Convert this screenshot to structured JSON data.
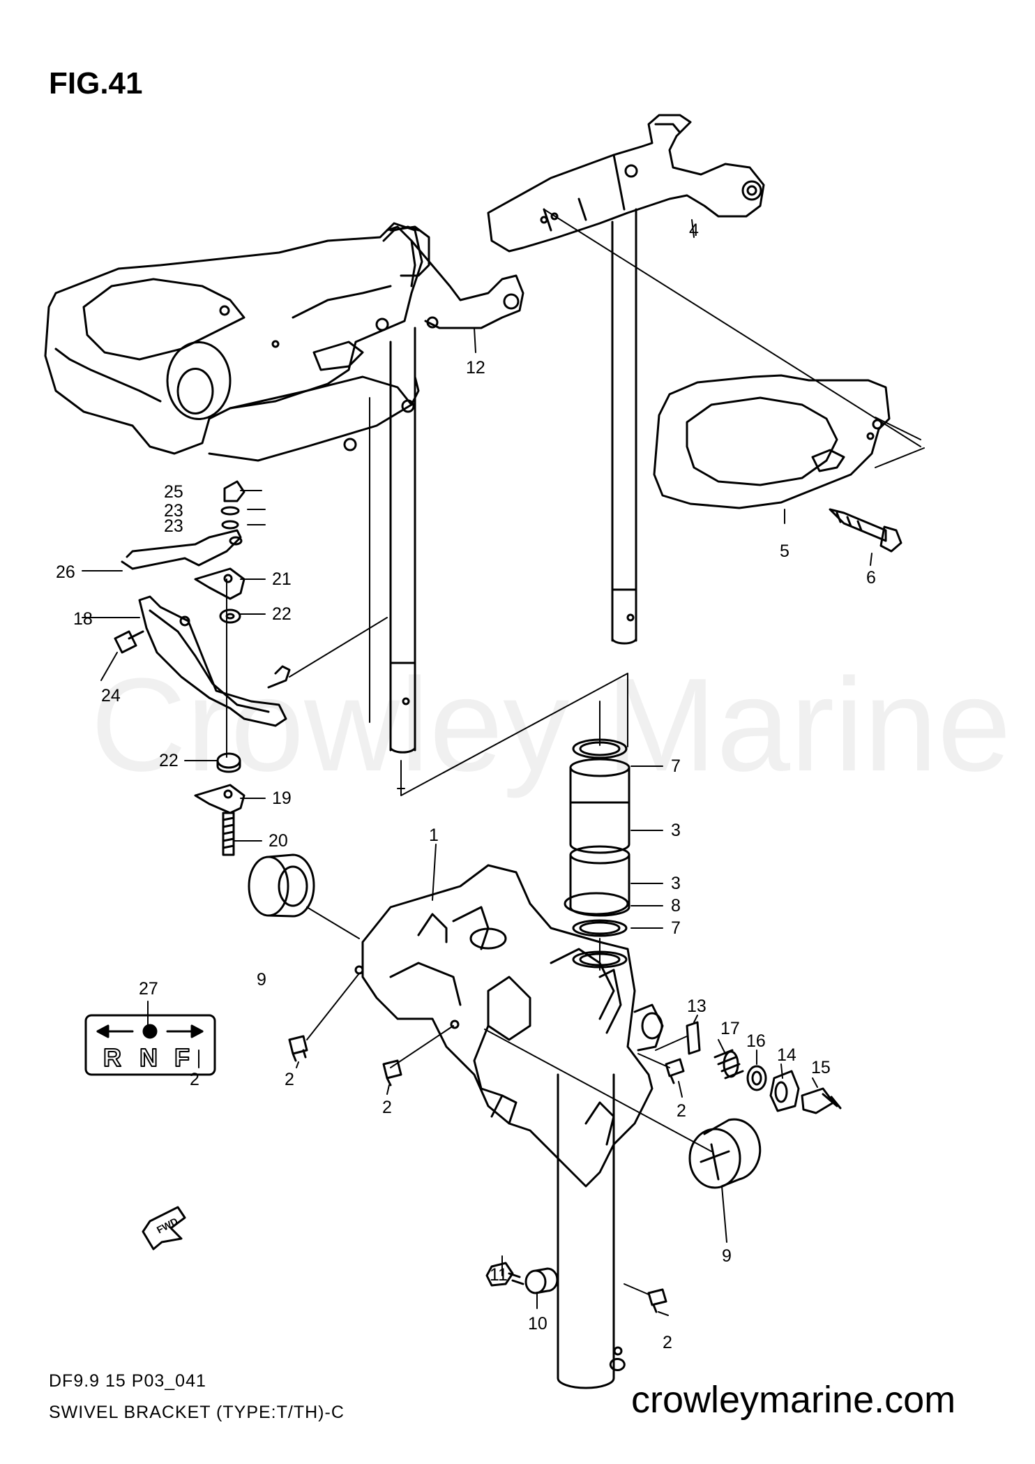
{
  "figure": {
    "title": "FIG.41",
    "model_code": "DF9.9 15 P03_041",
    "caption": "SWIVEL BRACKET (TYPE:T/TH)-C",
    "website": "crowleymarine.com",
    "watermark": "Crowley Marine",
    "direction_badge": {
      "letters": [
        "R",
        "N",
        "F"
      ],
      "label": "27"
    },
    "fwd_arrow_label": "FWD"
  },
  "callouts": [
    "1",
    "2",
    "2",
    "2",
    "2",
    "2",
    "3",
    "3",
    "4",
    "5",
    "6",
    "7",
    "7",
    "8",
    "9",
    "9",
    "10",
    "11",
    "12",
    "13",
    "14",
    "15",
    "16",
    "17",
    "18",
    "19",
    "20",
    "21",
    "22",
    "22",
    "23",
    "23",
    "24",
    "25",
    "26",
    "27"
  ]
}
